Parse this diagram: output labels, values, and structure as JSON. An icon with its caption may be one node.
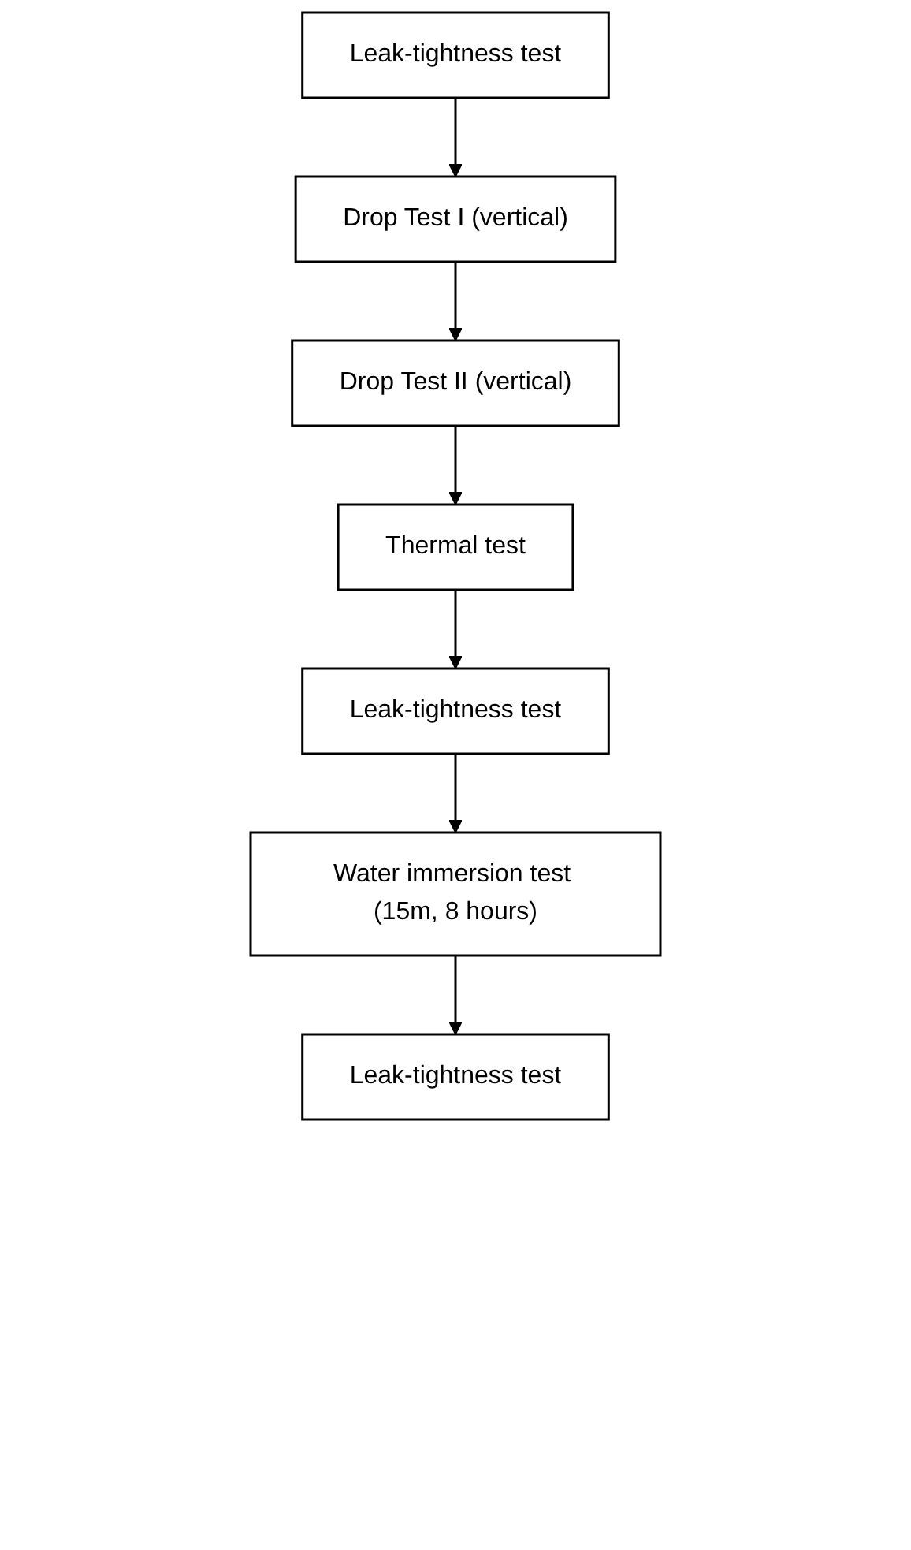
{
  "diagram": {
    "nodes": [
      {
        "text": [
          "Leak-tightness test"
        ]
      },
      {
        "text": [
          "Drop Test I (vertical)"
        ]
      },
      {
        "text": [
          "Drop Test II (vertical)"
        ]
      },
      {
        "text": [
          "Thermal test"
        ]
      },
      {
        "text": [
          "Leak-tightness test"
        ]
      },
      {
        "text": [
          "Water immersion test (15m, 8 hours)"
        ]
      },
      {
        "text": [
          "Leak-tightness test"
        ]
      }
    ],
    "edges": [
      {
        "from": 0,
        "to": 1,
        "arrow": "to"
      },
      {
        "from": 1,
        "to": 2,
        "arrow": "to"
      },
      {
        "from": 2,
        "to": 3,
        "arrow": "to"
      },
      {
        "from": 3,
        "to": 4,
        "arrow": "to"
      },
      {
        "from": 4,
        "to": 5,
        "arrow": "to"
      },
      {
        "from": 5,
        "to": 6,
        "arrow": "to"
      }
    ]
  }
}
